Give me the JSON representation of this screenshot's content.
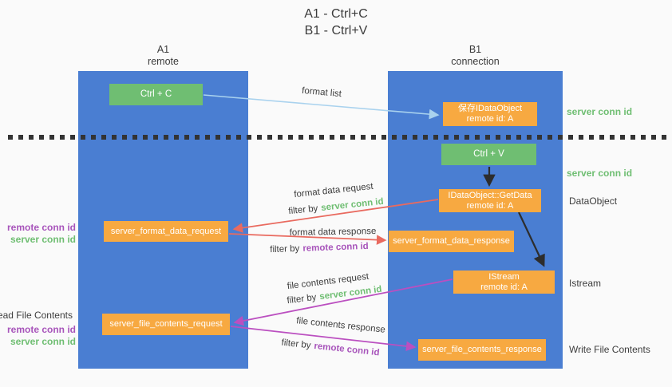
{
  "title": {
    "line1": "A1 - Ctrl+C",
    "line2": "B1 - Ctrl+V"
  },
  "lifelines": {
    "left": {
      "title": "A1",
      "subtitle": "remote"
    },
    "right": {
      "title": "B1",
      "subtitle": "connection"
    }
  },
  "nodes": {
    "ctrl_c": {
      "label": "Ctrl + C"
    },
    "save_dataobject": {
      "line1": "保存IDataObject",
      "line2": "remote id: A"
    },
    "ctrl_v": {
      "label": "Ctrl + V"
    },
    "getdata": {
      "line1": "IDataObject::GetData",
      "line2": "remote id: A"
    },
    "format_request": {
      "label": "server_format_data_request"
    },
    "format_response": {
      "label": "server_format_data_response"
    },
    "istream": {
      "line1": "IStream",
      "line2": "remote id: A"
    },
    "file_request": {
      "label": "server_file_contents_request"
    },
    "file_response": {
      "label": "server_file_contents_response"
    }
  },
  "flow_labels": {
    "format_list": "format list",
    "format_data_request": "format data request",
    "format_data_response": "format data response",
    "file_contents_request": "file contents request",
    "file_contents_response": "file contents response",
    "filter_by": "filter by",
    "server_conn_id": "server conn id",
    "remote_conn_id": "remote conn id"
  },
  "side_labels": {
    "left": {
      "remote_conn_id": "remote conn id",
      "server_conn_id": "server conn id",
      "read_file_contents": "Read File Contents"
    },
    "right": {
      "server_conn_id_top": "server conn id",
      "server_conn_id_mid": "server conn id",
      "dataobject": "DataObject",
      "istream": "Istream",
      "write_file_contents": "Write File Contents"
    }
  },
  "colors": {
    "lifeline_blue": "#4a7ed2",
    "node_orange": "#f7a941",
    "node_green": "#6fbe72",
    "arrow_red": "#e96a5f",
    "arrow_magenta": "#bb4fc0",
    "arrow_light_blue": "#a9d2ee",
    "arrow_black": "#2d2d2d",
    "text_green": "#6fbe72",
    "text_purple": "#a855bb",
    "background": "#fafafa"
  }
}
